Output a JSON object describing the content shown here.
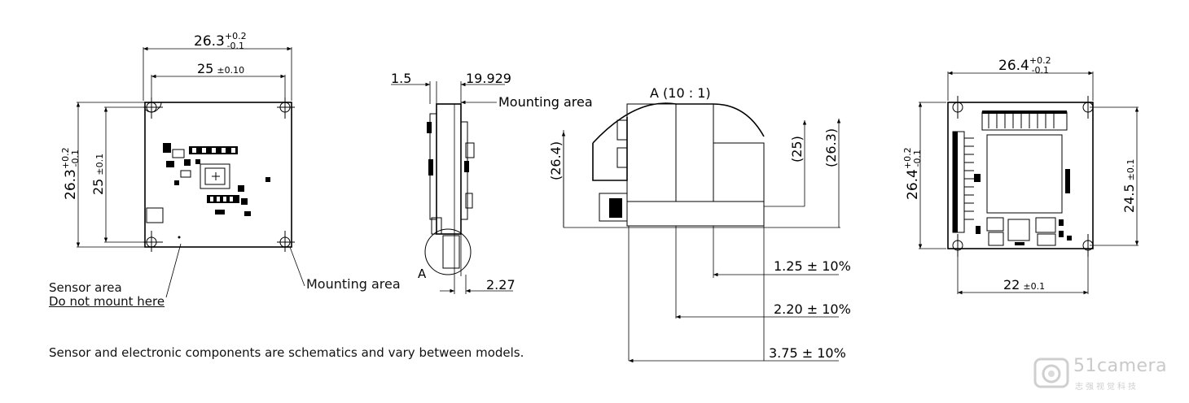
{
  "front_view": {
    "width_total_base": "26.3",
    "width_total_plus": "+0.2",
    "width_total_minus": "-0.1",
    "width_holes_base": "25",
    "width_holes_tol": "±0.10",
    "height_total_base": "26.3",
    "height_total_plus": "+0.2",
    "height_total_minus": "-0.1",
    "height_holes_base": "25",
    "height_holes_tol": "±0.1",
    "sensor_label_1": "Sensor area",
    "sensor_label_2": "Do not mount here",
    "mounting_label": "Mounting area"
  },
  "side_view": {
    "dim_left": "1.5",
    "dim_right": "19.929",
    "mounting_label": "Mounting area",
    "detail_marker": "A",
    "dim_bottom": "2.27"
  },
  "detail_view": {
    "title": "A (10 : 1)",
    "dim_264": "(26.4)",
    "dim_25": "(25)",
    "dim_263": "(26.3)",
    "dim_125": "1.25 ± 10%",
    "dim_220": "2.20 ± 10%",
    "dim_375": "3.75 ± 10%"
  },
  "back_view": {
    "width_total_base": "26.4",
    "width_total_plus": "+0.2",
    "width_total_minus": "-0.1",
    "height_total_base": "26.4",
    "height_total_plus": "+0.2",
    "height_total_minus": "-0.1",
    "height_holes_base": "24.5",
    "height_holes_tol": "±0.1",
    "width_holes_base": "22",
    "width_holes_tol": "±0.1"
  },
  "footnote": "Sensor and electronic components are schematics and vary between models.",
  "watermark": {
    "brand": "51camera",
    "sub": "志强视觉科技"
  }
}
